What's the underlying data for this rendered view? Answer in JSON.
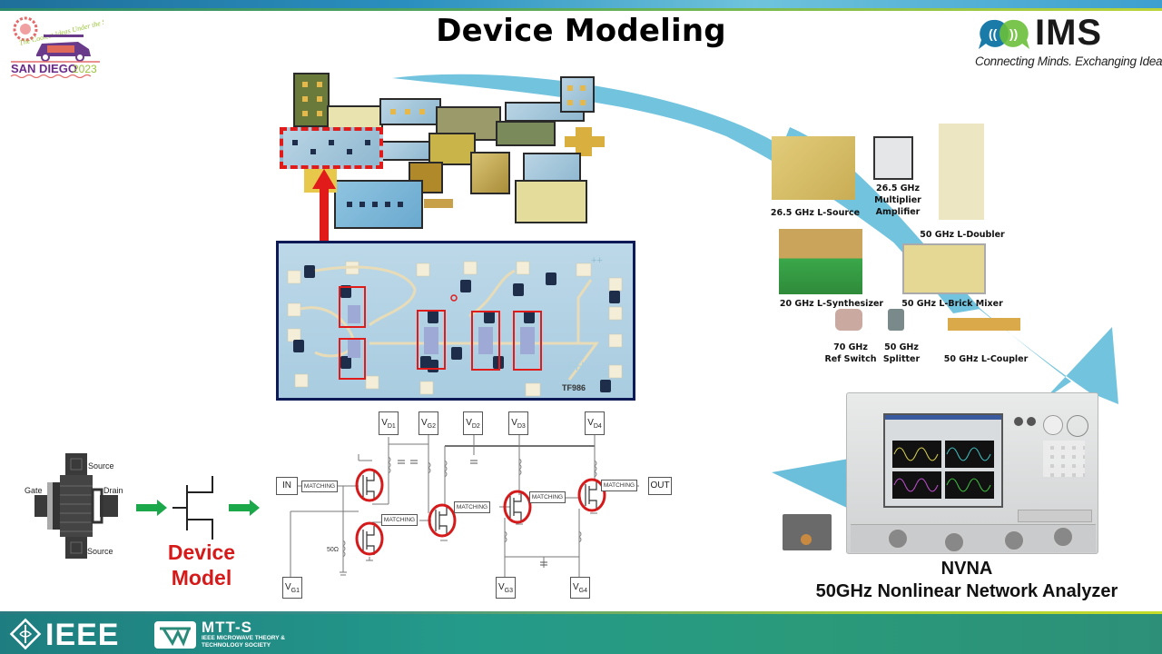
{
  "slide": {
    "title": "Device Modeling"
  },
  "header_logos": {
    "conference": {
      "tagline": "The Coolest Ideas Under the Sun",
      "city": "SAN DIEGO",
      "year": "2023"
    },
    "ims": {
      "name": "IMS",
      "tagline": "Connecting Minds. Exchanging Ideas."
    }
  },
  "device_layout": {
    "labels": {
      "source_top": "Source",
      "gate": "Gate",
      "drain": "Drain",
      "source_bottom": "Source"
    },
    "model_caption": [
      "Device",
      "Model"
    ]
  },
  "mmic_die": {
    "marking": "TF986"
  },
  "schematic": {
    "supply_labels": [
      {
        "main": "V",
        "sub": "D1"
      },
      {
        "main": "V",
        "sub": "G2"
      },
      {
        "main": "V",
        "sub": "D2"
      },
      {
        "main": "V",
        "sub": "D3"
      },
      {
        "main": "V",
        "sub": "D4"
      }
    ],
    "bias_labels": [
      {
        "main": "V",
        "sub": "G1"
      },
      {
        "main": "V",
        "sub": "G3"
      },
      {
        "main": "V",
        "sub": "G4"
      }
    ],
    "input_label": "IN",
    "output_label": "OUT",
    "matching_label": "MATCHING",
    "resistor_label": "50Ω"
  },
  "components": [
    {
      "lines": [
        "26.5 GHz L-Source"
      ]
    },
    {
      "lines": [
        "26.5 GHz",
        "Multiplier",
        "Amplifier"
      ]
    },
    {
      "lines": [
        "50 GHz L-Doubler"
      ]
    },
    {
      "lines": [
        "20 GHz L-Synthesizer"
      ]
    },
    {
      "lines": [
        "50 GHz L-Brick Mixer"
      ]
    },
    {
      "lines": [
        "70 GHz",
        "Ref Switch"
      ]
    },
    {
      "lines": [
        "50 GHz",
        "Splitter"
      ]
    },
    {
      "lines": [
        "50 GHz L-Coupler"
      ]
    }
  ],
  "instrument": {
    "name": "NVNA",
    "description": "50GHz Nonlinear Network Analyzer"
  },
  "footer_logos": {
    "ieee": "IEEE",
    "mtts": "MTT-S",
    "mtts_sub": [
      "IEEE MICROWAVE THEORY &",
      "TECHNOLOGY SOCIETY"
    ]
  },
  "colors": {
    "accent_red": "#e11a1a",
    "arrow_green": "#1aa84a",
    "swoosh_blue": "#72c3de",
    "footer_teal": "#249a8a"
  }
}
